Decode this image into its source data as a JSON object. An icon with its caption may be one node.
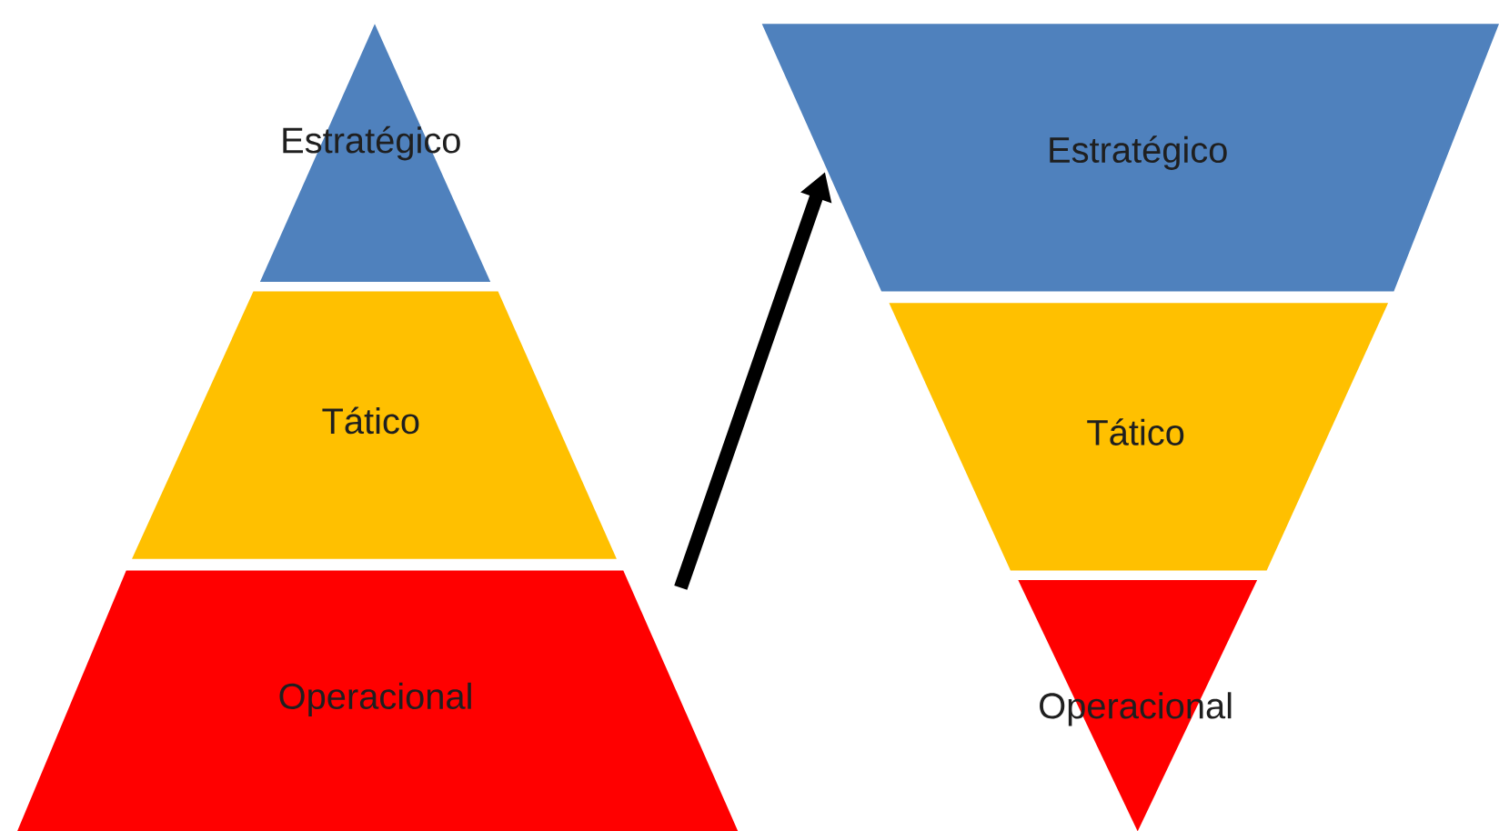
{
  "diagram": {
    "nodes": [
      {
        "text": [
          "Estratégico"
        ]
      },
      {
        "text": [
          "Tático"
        ]
      },
      {
        "text": [
          "Operacional"
        ]
      },
      {
        "text": [
          "Estratégico"
        ]
      },
      {
        "text": [
          "Tático"
        ]
      },
      {
        "text": [
          "Operacional"
        ]
      }
    ],
    "edges": [
      {
        "from": null,
        "to": 3,
        "arrow": "to"
      }
    ]
  }
}
